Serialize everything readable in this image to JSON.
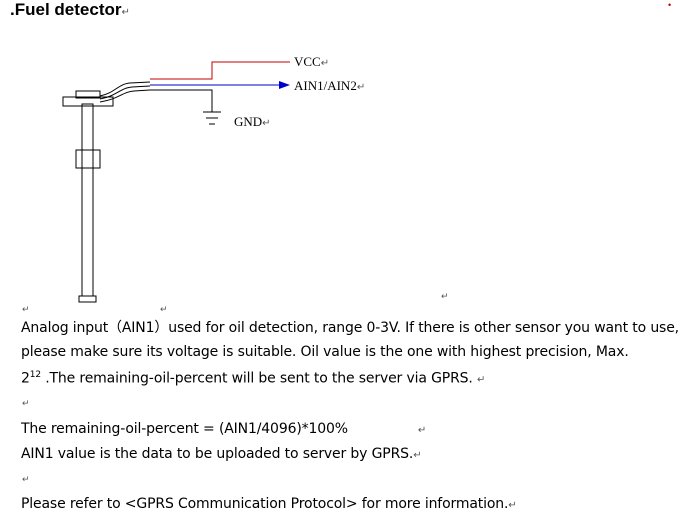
{
  "heading": {
    "bullet": ".",
    "title": "Fuel detector",
    "mark": "↵"
  },
  "diagram": {
    "vcc_label": "VCC",
    "ain_label": "AIN1/AIN2",
    "gnd_label": "GND",
    "mark": "↵",
    "colors": {
      "vcc_wire": "#c00000",
      "ain_wire": "#0000cc",
      "outline": "#000000"
    }
  },
  "marks": {
    "return": "↵",
    "dot": "•"
  },
  "text": {
    "line1": "Analog input（AIN1）used for oil detection, range 0-3V. If there is other sensor you want to use,",
    "line2": "please make sure its voltage is suitable. Oil value is the one with highest precision, Max.",
    "line3_base": "2",
    "line3_sup": "12",
    "line3_rest": " .The remaining-oil-percent will be sent to the server via GPRS.",
    "formula": "The remaining-oil-percent = (AIN1/4096)*100%",
    "ain_note": "AIN1 value is the data to be uploaded to server by GPRS.",
    "refer": "Please refer to <GPRS Communication Protocol> for more information."
  }
}
